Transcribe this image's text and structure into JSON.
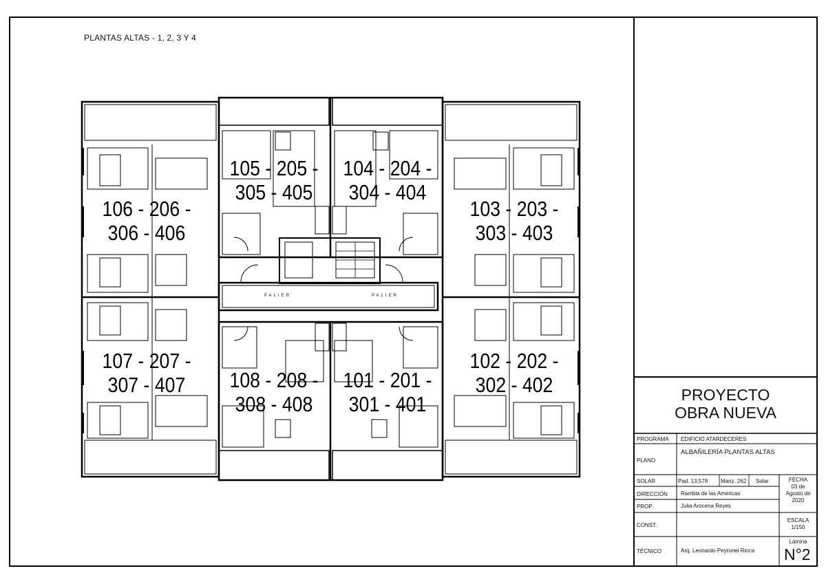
{
  "sheet_title": "PLANTAS ALTAS - 1, 2, 3 Y 4",
  "plan": {
    "units": [
      {
        "id": "u-105",
        "line1": "105 - 205 -",
        "line2": "305 - 405"
      },
      {
        "id": "u-104",
        "line1": "104 - 204 -",
        "line2": "304 - 404"
      },
      {
        "id": "u-106",
        "line1": "106 - 206 -",
        "line2": "306 - 406"
      },
      {
        "id": "u-103",
        "line1": "103 - 203 -",
        "line2": "303 - 403"
      },
      {
        "id": "u-107",
        "line1": "107 - 207 -",
        "line2": "307 - 407"
      },
      {
        "id": "u-102",
        "line1": "102 - 202 -",
        "line2": "302 - 402"
      },
      {
        "id": "u-108",
        "line1": "108 - 208 -",
        "line2": "308 - 408"
      },
      {
        "id": "u-101",
        "line1": "101 - 201 -",
        "line2": "301 - 401"
      }
    ],
    "palier_labels": [
      "PALIER",
      "PALIER"
    ]
  },
  "title_block": {
    "project_line1": "PROYECTO",
    "project_line2": "OBRA NUEVA",
    "programa_label": "PROGRAMA",
    "programa_value": "EDIFICIO ATARDECERES",
    "plano_label": "PLANO",
    "plano_value": "ALBAÑILERÍA PLANTAS ALTAS",
    "solar_label": "SOLAR",
    "solar_padron": "Pad. 13,578",
    "solar_manzana": "Manz. 262",
    "solar_tipo": "Solar",
    "direccion_label": "DIRECCIÓN",
    "direccion_value": "Rambla de las Americas",
    "prop_label": "PROP.",
    "prop_value": "Julia Arocena Reyes",
    "const_label": "CONST.",
    "const_value": "",
    "tecnico_label": "TÉCNICO",
    "tecnico_value": "Arq. Leonardo Peyronel Rioca",
    "fecha_label": "FECHA",
    "fecha_line1": "03 de",
    "fecha_line2": "Agosto de",
    "fecha_line3": "2020",
    "escala_label": "ESCALA",
    "escala_value": "1/150",
    "lamina_label": "Lámina",
    "lamina_value": "N°2"
  }
}
